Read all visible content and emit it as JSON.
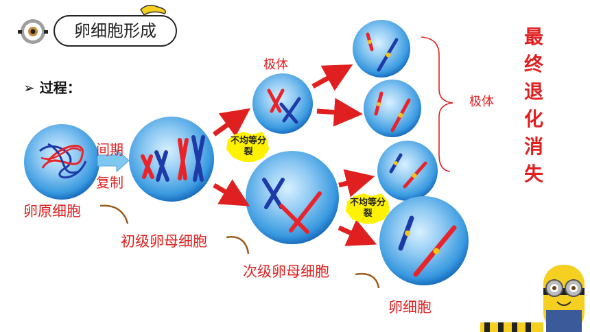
{
  "title": "卵细胞形成",
  "process_label": "过程：",
  "labels": {
    "interphase_top": "间期",
    "interphase_bottom": "复制",
    "oogonium": "卵原细胞",
    "primary_oocyte": "初级卵母细胞",
    "secondary_oocyte": "次级卵母细胞",
    "egg": "卵细胞",
    "polar_body_top": "极体",
    "polar_body_right": "极体",
    "unequal_division_1": "不均等分裂",
    "unequal_division_2": "不均等分裂"
  },
  "final_note": [
    "最",
    "终",
    "退",
    "化",
    "消",
    "失"
  ],
  "colors": {
    "cell_fill": "#3a9ae0",
    "cell_edge": "#1565c0",
    "chrom_red": "#e8242a",
    "chrom_blue": "#1e3aa8",
    "centromere": "#f5c21b",
    "arrow": "#e02020",
    "badge_fill": "#fff200",
    "label_red": "#e02020"
  }
}
